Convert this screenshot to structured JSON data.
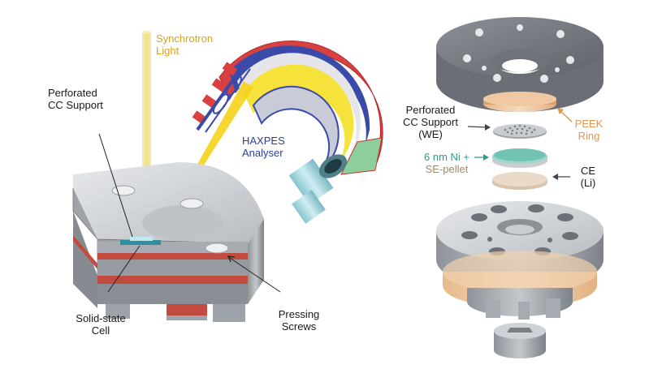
{
  "labels": {
    "synchrotron_1": "Synchrotron",
    "synchrotron_2": "Light",
    "haxpes_1": "HAXPES",
    "haxpes_2": "Analyser",
    "perforated_left_1": "Perforated",
    "perforated_left_2": "CC Support",
    "solid_state_1": "Solid-state",
    "solid_state_2": "Cell",
    "pressing_1": "Pressing",
    "pressing_2": "Screws",
    "perforated_right_1": "Perforated",
    "perforated_right_2": "CC Support",
    "perforated_right_3": "(WE)",
    "peek_1": "PEEK",
    "peek_2": "Ring",
    "ni_1": "6 nm Ni +",
    "ni_2": "SE-pellet",
    "ce_1": "CE",
    "ce_2": "(Li)"
  },
  "colors": {
    "synchrotron_text": "#d9a21a",
    "haxpes_text": "#2c3f9a",
    "peek_text": "#e0974f",
    "ni_text": "#2a9e8c",
    "se_pellet_text": "#a08a70",
    "default_text": "#1a1a1a",
    "metal_light": "#d0d3d7",
    "metal_mid": "#a9aeb4",
    "metal_dark": "#7c8187",
    "copper": "#b5483c",
    "beam": "#f2e27a"
  }
}
